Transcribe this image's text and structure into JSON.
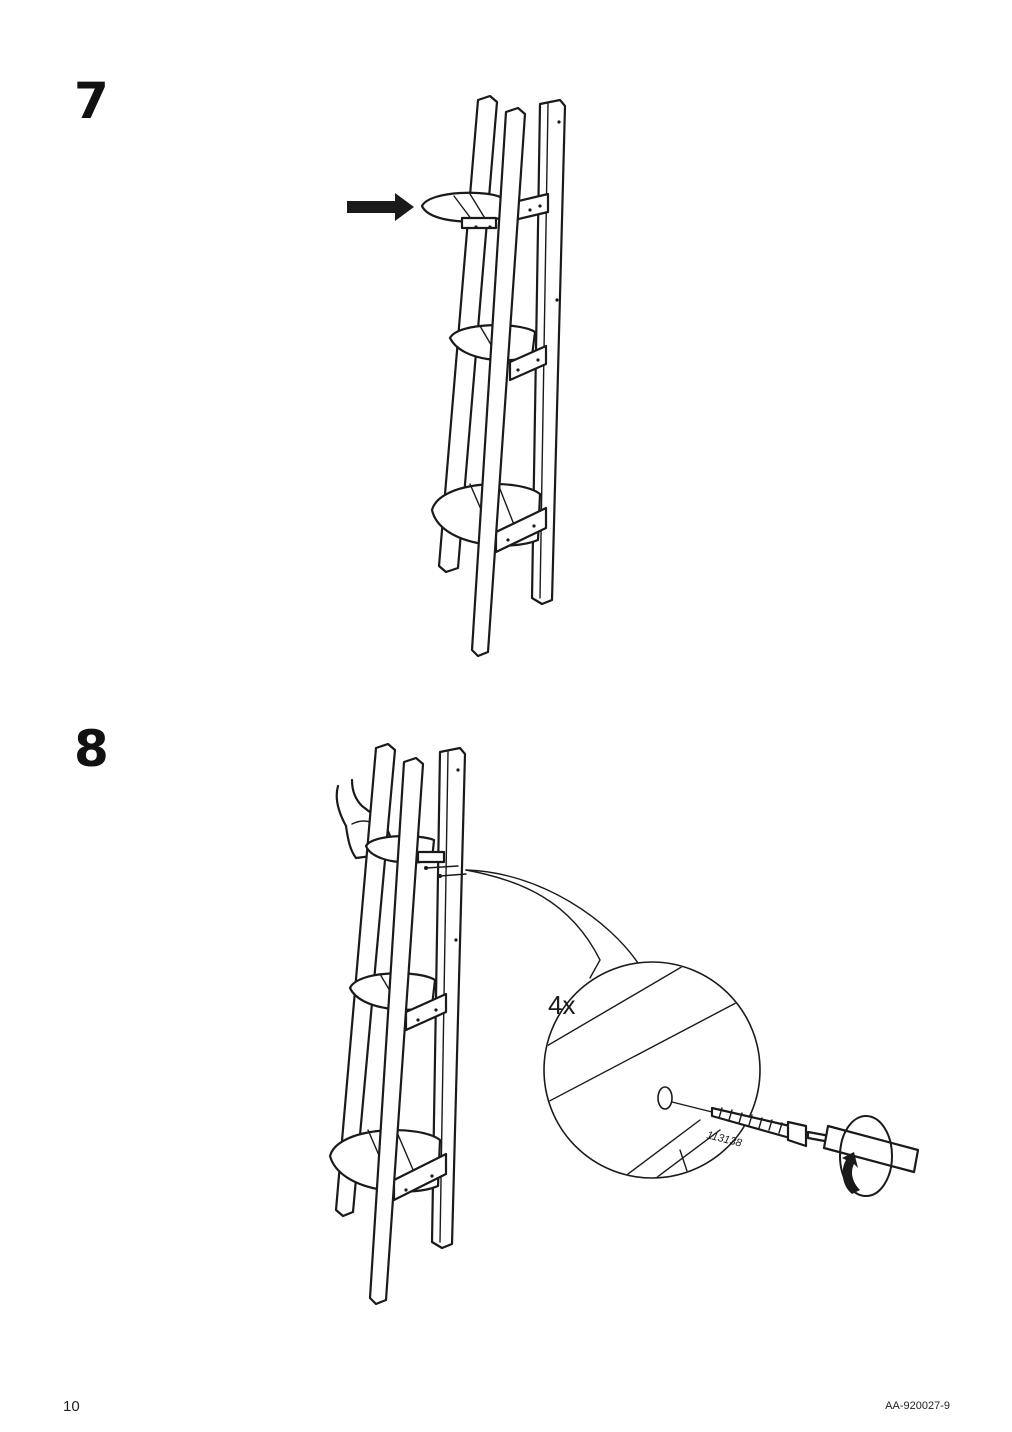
{
  "steps": [
    {
      "number": "7"
    },
    {
      "number": "8",
      "quantity": "4x",
      "part_number": "113138"
    }
  ],
  "footer": {
    "page_number": "10",
    "document_code": "AA-920027-9"
  },
  "icons": [
    "arrow-right-icon",
    "screw-icon",
    "screwdriver-icon",
    "rotate-clockwise-icon",
    "hand-icon"
  ]
}
